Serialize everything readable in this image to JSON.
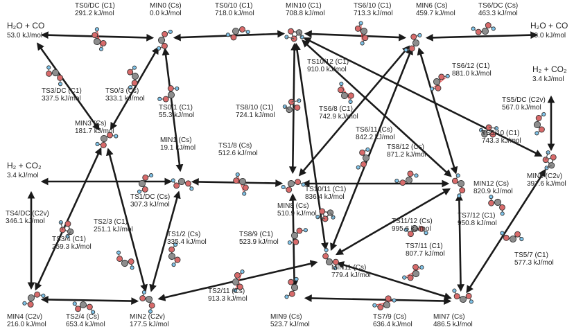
{
  "colors": {
    "arrow": "#1a1a1a",
    "carbon": "#8d8d8d",
    "oxygen": "#d86a6a",
    "hydrogen": "#7fc4ea",
    "bond": "#555555",
    "forming_bond": "#e04a4a"
  },
  "nodes": [
    {
      "id": "h2o_co_left",
      "name": "H₂O + CO",
      "energy": "53.0 kJ/mol",
      "big": true,
      "mol": "none"
    },
    {
      "id": "ts0dc",
      "name": "TS0/DC (C1)",
      "energy": "291.2 kJ/mol",
      "mol": "ts-red"
    },
    {
      "id": "min0",
      "name": "MIN0 (Cs)",
      "energy": "0.0 kJ/mol",
      "mol": "min"
    },
    {
      "id": "ts010",
      "name": "TS0/10 (C1)",
      "energy": "718.0 kJ/mol",
      "mol": "min"
    },
    {
      "id": "min10",
      "name": "MIN10 (C1)",
      "energy": "708.8 kJ/mol",
      "mol": "ring"
    },
    {
      "id": "ts610",
      "name": "TS6/10 (C1)",
      "energy": "713.3 kJ/mol",
      "mol": "ts-red"
    },
    {
      "id": "min6",
      "name": "MIN6 (Cs)",
      "energy": "459.7 kJ/mol",
      "mol": "min"
    },
    {
      "id": "ts6dc",
      "name": "TS6/DC (Cs)",
      "energy": "463.3 kJ/mol",
      "mol": "min"
    },
    {
      "id": "h2o_co_right",
      "name": "H₂O + CO",
      "energy": "53.0 kJ/mol",
      "big": true,
      "mol": "none"
    },
    {
      "id": "ts1012",
      "name": "TS10/12 (C1)",
      "energy": "910.0 kJ/mol",
      "mol": "none"
    },
    {
      "id": "ts612",
      "name": "TS6/12 (C1)",
      "energy": "881.0 kJ/mol",
      "mol": "ts-red"
    },
    {
      "id": "h2_co2_right",
      "name": "H₂ + CO₂",
      "energy": "3.4 kJ/mol",
      "big": true,
      "mol": "none"
    },
    {
      "id": "ts3dc",
      "name": "TS3/DC (C1)",
      "energy": "337.5 kJ/mol",
      "mol": "min"
    },
    {
      "id": "ts03",
      "name": "TS0/3 (Cs)",
      "energy": "333.1 kJ/mol",
      "mol": "min"
    },
    {
      "id": "ts01",
      "name": "TS0/1 (C1)",
      "energy": "55.3 kJ/mol",
      "mol": "min"
    },
    {
      "id": "ts810",
      "name": "TS8/10 (C1)",
      "energy": "724.1 kJ/mol",
      "mol": "ring"
    },
    {
      "id": "ts68",
      "name": "TS6/8 (C1)",
      "energy": "742.9 kJ/mol",
      "mol": "ts-red"
    },
    {
      "id": "ts5dc",
      "name": "TS5/DC (C2v)",
      "energy": "567.0 kJ/mol",
      "mol": "min"
    },
    {
      "id": "min3",
      "name": "MIN3 (Cs)",
      "energy": "181.7 kJ/mol",
      "mol": "min"
    },
    {
      "id": "min1",
      "name": "MIN1 (Cs)",
      "energy": "19.1 kJ/mol",
      "mol": "min"
    },
    {
      "id": "ts18",
      "name": "TS1/8 (Cs)",
      "energy": "512.6 kJ/mol",
      "mol": "ts-red"
    },
    {
      "id": "ts611",
      "name": "TS6/11 (Cs)",
      "energy": "842.2 kJ/mol",
      "mol": "min"
    },
    {
      "id": "ts812",
      "name": "TS8/12 (Cs)",
      "energy": "871.2 kJ/mol",
      "mol": "min"
    },
    {
      "id": "ts510",
      "name": "TS5/10 (C1)",
      "energy": "743.3 kJ/mol",
      "mol": "ring"
    },
    {
      "id": "h2_co2_left",
      "name": "H₂ + CO₂",
      "energy": "3.4 kJ/mol",
      "big": true,
      "mol": "none"
    },
    {
      "id": "ts1dc",
      "name": "TS1/DC (Cs)",
      "energy": "307.3 kJ/mol",
      "mol": "min"
    },
    {
      "id": "min8",
      "name": "MIN8 (Cs)",
      "energy": "510.9 kJ/mol",
      "mol": "min"
    },
    {
      "id": "ts1011",
      "name": "TS10/11 (C1)",
      "energy": "836.4 kJ/mol",
      "mol": "ring"
    },
    {
      "id": "min12",
      "name": "MIN12 (Cs)",
      "energy": "820.9 kJ/mol",
      "mol": "min"
    },
    {
      "id": "min5",
      "name": "MIN5 (C2v)",
      "energy": "397.6 kJ/mol",
      "mol": "ring"
    },
    {
      "id": "ts4dc",
      "name": "TS4/DC (C2v)",
      "energy": "346.1 kJ/mol",
      "mol": "none"
    },
    {
      "id": "ts23",
      "name": "TS2/3 (C1)",
      "energy": "251.1 kJ/mol",
      "mol": "min"
    },
    {
      "id": "ts12",
      "name": "TS1/2 (Cs)",
      "energy": "335.4 kJ/mol",
      "mol": "min"
    },
    {
      "id": "ts89",
      "name": "TS8/9 (C1)",
      "energy": "523.9 kJ/mol",
      "mol": "min"
    },
    {
      "id": "ts1112",
      "name": "TS11/12 (Cs)",
      "energy": "995.6 kJ/mol",
      "mol": "min"
    },
    {
      "id": "ts712",
      "name": "TS7/12 (C1)",
      "energy": "950.8 kJ/mol",
      "mol": "min"
    },
    {
      "id": "ts34",
      "name": "TS3/4 (C1)",
      "energy": "259.3 kJ/mol",
      "mol": "ring"
    },
    {
      "id": "ts711",
      "name": "TS7/11 (C1)",
      "energy": "807.7 kJ/mol",
      "mol": "ts-red"
    },
    {
      "id": "ts57",
      "name": "TS5/7 (C1)",
      "energy": "577.3 kJ/mol",
      "mol": "min"
    },
    {
      "id": "min11",
      "name": "MIN11 (Cs)",
      "energy": "779.4 kJ/mol",
      "mol": "min"
    },
    {
      "id": "ts211",
      "name": "TS2/11 (Cs)",
      "energy": "913.3 kJ/mol",
      "mol": "ts-red"
    },
    {
      "id": "min4",
      "name": "MIN4 (C2v)",
      "energy": "216.0 kJ/mol",
      "mol": "min"
    },
    {
      "id": "ts24",
      "name": "TS2/4 (Cs)",
      "energy": "653.4 kJ/mol",
      "mol": "min"
    },
    {
      "id": "min2",
      "name": "MIN2 (C2v)",
      "energy": "177.5 kJ/mol",
      "mol": "min"
    },
    {
      "id": "min9",
      "name": "MIN9 (Cs)",
      "energy": "523.7 kJ/mol",
      "mol": "min"
    },
    {
      "id": "ts79",
      "name": "TS7/9 (Cs)",
      "energy": "636.4 kJ/mol",
      "mol": "ts-red"
    },
    {
      "id": "min7",
      "name": "MIN7 (Cs)",
      "energy": "486.5 kJ/mol",
      "mol": "min"
    }
  ],
  "edges": [
    [
      "min0",
      "h2o_co_left"
    ],
    [
      "min0",
      "min10"
    ],
    [
      "min10",
      "min6"
    ],
    [
      "min6",
      "h2o_co_right"
    ],
    [
      "min3",
      "h2o_co_left"
    ],
    [
      "min3",
      "min0"
    ],
    [
      "min1",
      "min0"
    ],
    [
      "min1",
      "h2_co2_left"
    ],
    [
      "min1",
      "min8"
    ],
    [
      "min8",
      "min12"
    ],
    [
      "min10",
      "min8"
    ],
    [
      "min10",
      "min11"
    ],
    [
      "min10",
      "min5"
    ],
    [
      "min10",
      "min12"
    ],
    [
      "min6",
      "min8"
    ],
    [
      "min6",
      "min11"
    ],
    [
      "min6",
      "min12"
    ],
    [
      "min5",
      "h2_co2_right"
    ],
    [
      "min2",
      "min3"
    ],
    [
      "min4",
      "min3"
    ],
    [
      "min4",
      "h2_co2_left"
    ],
    [
      "min2",
      "min4"
    ],
    [
      "min2",
      "min1"
    ],
    [
      "min2",
      "min11"
    ],
    [
      "min8",
      "min9"
    ],
    [
      "min11",
      "min12"
    ],
    [
      "min7",
      "min12"
    ],
    [
      "min7",
      "min5"
    ],
    [
      "min11",
      "min7"
    ],
    [
      "min9",
      "min7"
    ]
  ]
}
